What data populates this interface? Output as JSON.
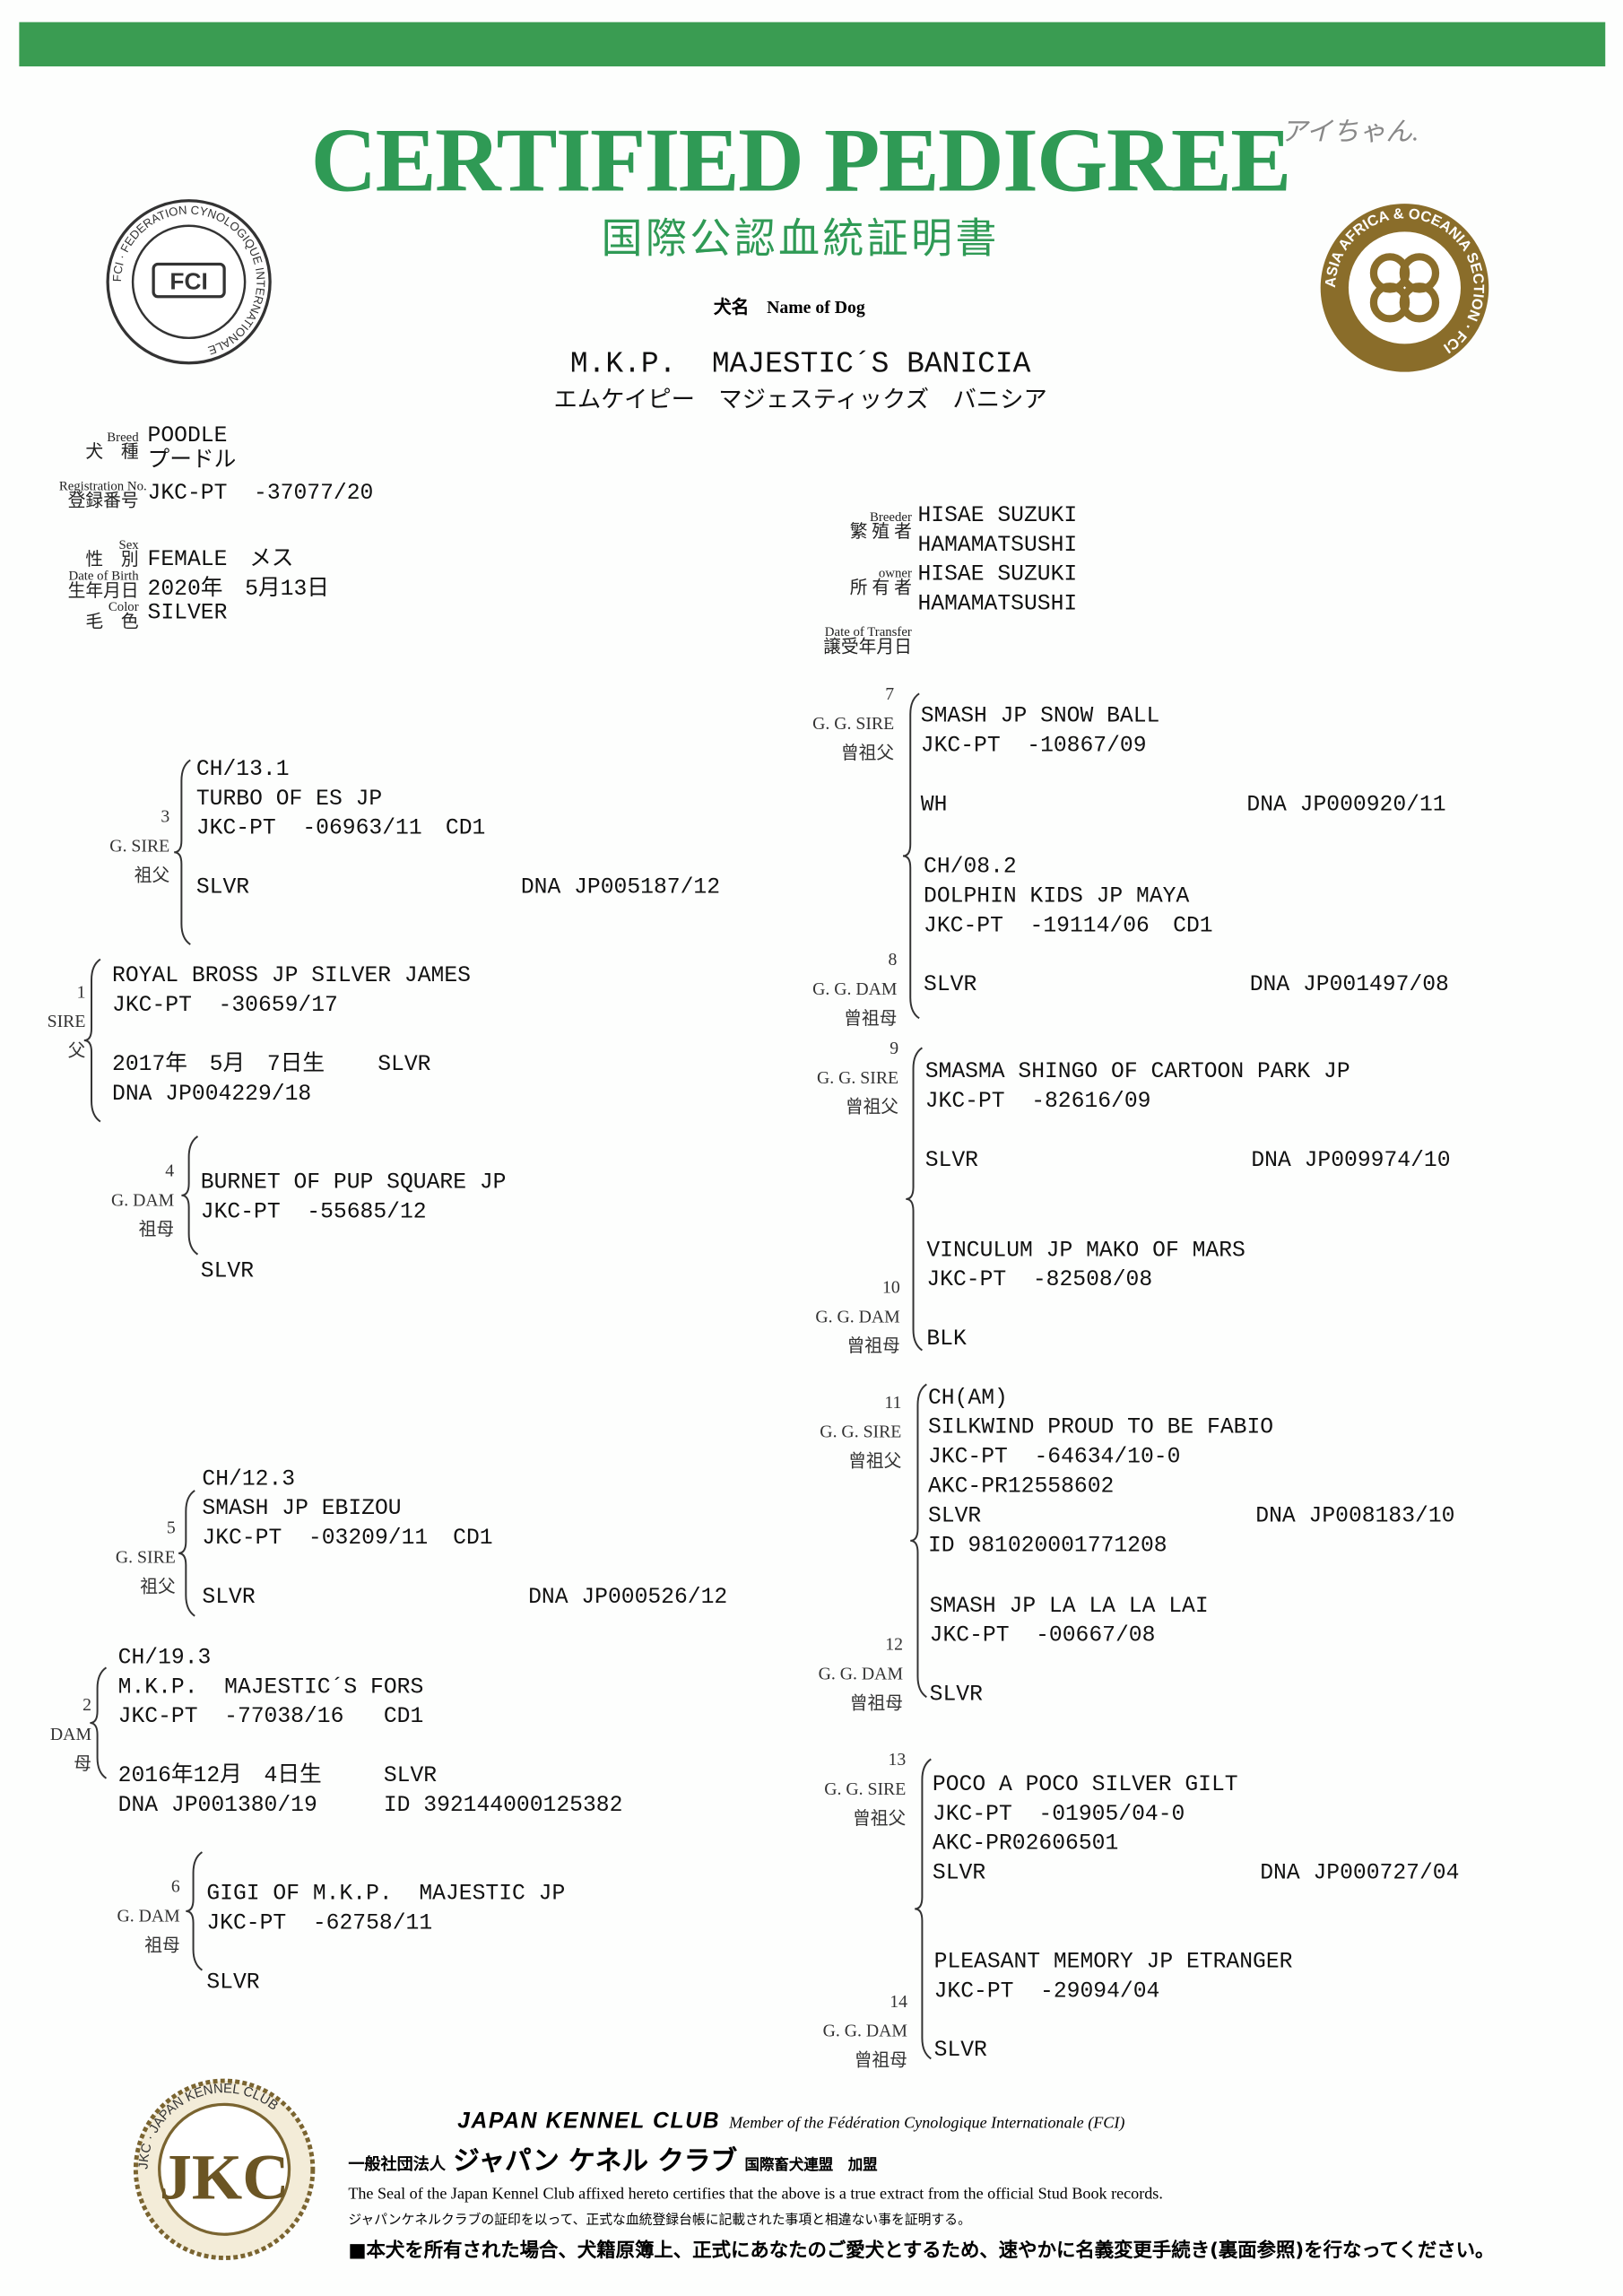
{
  "header": {
    "title": "CERTIFIED PEDIGREE",
    "title_jp": "国際公認血統証明書",
    "name_label": "犬名　Name of Dog",
    "dog_name": "M.K.P.  MAJESTIC´S BANICIA",
    "dog_name_kana": "エムケイピー　マジェスティックズ　バニシア",
    "handwritten_note": "アイちゃん.",
    "fci_logo_text": "FCI · FEDERATION CYNOLOGIQUE INTERNATIONALE",
    "section_logo_text": "ASIA AFRICA & OCEANIA SECTION · FCI",
    "brand_green": "#2f9a55",
    "seal_gold": "#8a6d2a"
  },
  "dog": {
    "breed": {
      "label_en": "Breed",
      "label_jp": "犬　種",
      "value": "POODLE",
      "value_jp": "プードル"
    },
    "registration": {
      "label_en": "Registration No.",
      "label_jp": "登録番号",
      "value": "JKC-PT  -37077/20"
    },
    "sex": {
      "label_en": "Sex",
      "label_jp": "性　別",
      "value": "FEMALE　メス"
    },
    "dob": {
      "label_en": "Date of Birth",
      "label_jp": "生年月日",
      "value": "2020年　5月13日"
    },
    "color": {
      "label_en": "Color",
      "label_jp": "毛　色",
      "value": "SILVER"
    }
  },
  "owners": {
    "breeder": {
      "label_en": "Breeder",
      "label_jp": "繁 殖 者",
      "name": "HISAE SUZUKI",
      "city": "HAMAMATSUSHI"
    },
    "owner": {
      "label_en": "owner",
      "label_jp": "所 有 者",
      "name": "HISAE SUZUKI",
      "city": "HAMAMATSUSHI"
    },
    "transfer": {
      "label_en": "Date of Transfer",
      "label_jp": "譲受年月日"
    }
  },
  "ancestors": [
    {
      "num": "1",
      "role_en": "SIRE",
      "role_jp": "父",
      "lines": [
        {
          "t": "ROYAL BROSS JP SILVER JAMES"
        },
        {
          "t": "JKC-PT  -30659/17"
        },
        {
          "t": ""
        },
        {
          "t": "2017年　5月　7日生",
          "m": "SLVR"
        },
        {
          "t": "DNA JP004229/18"
        }
      ]
    },
    {
      "num": "2",
      "role_en": "DAM",
      "role_jp": "母",
      "lines": [
        {
          "t": "CH/19.3"
        },
        {
          "t": "M.K.P.  MAJESTIC´S FORS"
        },
        {
          "t": "JKC-PT  -77038/16",
          "m": "CD1"
        },
        {
          "t": ""
        },
        {
          "t": "2016年12月　4日生",
          "m": "SLVR"
        },
        {
          "t": "DNA JP001380/19",
          "m": "ID 392144000125382"
        }
      ]
    },
    {
      "num": "3",
      "role_en": "G. SIRE",
      "role_jp": "祖父",
      "lines": [
        {
          "t": "CH/13.1"
        },
        {
          "t": "TURBO OF ES JP"
        },
        {
          "t": "JKC-PT  -06963/11",
          "m": "CD1"
        },
        {
          "t": ""
        },
        {
          "t": "SLVR",
          "r": "DNA JP005187/12"
        }
      ]
    },
    {
      "num": "4",
      "role_en": "G. DAM",
      "role_jp": "祖母",
      "lines": [
        {
          "t": "BURNET OF PUP SQUARE JP"
        },
        {
          "t": "JKC-PT  -55685/12"
        },
        {
          "t": ""
        },
        {
          "t": "SLVR"
        }
      ]
    },
    {
      "num": "5",
      "role_en": "G. SIRE",
      "role_jp": "祖父",
      "lines": [
        {
          "t": "CH/12.3"
        },
        {
          "t": "SMASH JP EBIZOU"
        },
        {
          "t": "JKC-PT  -03209/11",
          "m": "CD1"
        },
        {
          "t": ""
        },
        {
          "t": "SLVR",
          "r": "DNA JP000526/12"
        }
      ]
    },
    {
      "num": "6",
      "role_en": "G. DAM",
      "role_jp": "祖母",
      "lines": [
        {
          "t": "GIGI OF M.K.P.  MAJESTIC JP"
        },
        {
          "t": "JKC-PT  -62758/11"
        },
        {
          "t": ""
        },
        {
          "t": "SLVR"
        }
      ]
    },
    {
      "num": "7",
      "role_en": "G. G. SIRE",
      "role_jp": "曾祖父",
      "lines": [
        {
          "t": "SMASH JP SNOW BALL"
        },
        {
          "t": "JKC-PT  -10867/09"
        },
        {
          "t": ""
        },
        {
          "t": "WH",
          "r": "DNA JP000920/11"
        }
      ]
    },
    {
      "num": "8",
      "role_en": "G. G. DAM",
      "role_jp": "曾祖母",
      "lines": [
        {
          "t": "CH/08.2"
        },
        {
          "t": "DOLPHIN KIDS JP MAYA"
        },
        {
          "t": "JKC-PT  -19114/06",
          "m": "CD1"
        },
        {
          "t": ""
        },
        {
          "t": "SLVR",
          "r": "DNA JP001497/08"
        }
      ]
    },
    {
      "num": "9",
      "role_en": "G. G. SIRE",
      "role_jp": "曾祖父",
      "lines": [
        {
          "t": "SMASMA SHINGO OF CARTOON PARK JP"
        },
        {
          "t": "JKC-PT  -82616/09"
        },
        {
          "t": ""
        },
        {
          "t": "SLVR",
          "r": "DNA JP009974/10"
        }
      ]
    },
    {
      "num": "10",
      "role_en": "G. G. DAM",
      "role_jp": "曾祖母",
      "lines": [
        {
          "t": "VINCULUM JP MAKO OF MARS"
        },
        {
          "t": "JKC-PT  -82508/08"
        },
        {
          "t": ""
        },
        {
          "t": "BLK"
        }
      ]
    },
    {
      "num": "11",
      "role_en": "G. G. SIRE",
      "role_jp": "曾祖父",
      "lines": [
        {
          "t": "CH(AM)"
        },
        {
          "t": "SILKWIND PROUD TO BE FABIO"
        },
        {
          "t": "JKC-PT  -64634/10-0"
        },
        {
          "t": "AKC-PR12558602"
        },
        {
          "t": "SLVR",
          "r": "DNA JP008183/10"
        },
        {
          "t": "ID 981020001771208"
        }
      ]
    },
    {
      "num": "12",
      "role_en": "G. G. DAM",
      "role_jp": "曾祖母",
      "lines": [
        {
          "t": "SMASH JP LA LA LA LAI"
        },
        {
          "t": "JKC-PT  -00667/08"
        },
        {
          "t": ""
        },
        {
          "t": "SLVR"
        }
      ]
    },
    {
      "num": "13",
      "role_en": "G. G. SIRE",
      "role_jp": "曾祖父",
      "lines": [
        {
          "t": "POCO A POCO SILVER GILT"
        },
        {
          "t": "JKC-PT  -01905/04-0"
        },
        {
          "t": "AKC-PR02606501"
        },
        {
          "t": "SLVR",
          "r": "DNA JP000727/04"
        }
      ]
    },
    {
      "num": "14",
      "role_en": "G. G. DAM",
      "role_jp": "曾祖母",
      "lines": [
        {
          "t": "PLEASANT MEMORY JP ETRANGER"
        },
        {
          "t": "JKC-PT  -29094/04"
        },
        {
          "t": ""
        },
        {
          "t": "SLVR"
        }
      ]
    }
  ],
  "footer": {
    "club_en": "JAPAN KENNEL CLUB",
    "member": "Member of the Fédération Cynologique Internationale (FCI)",
    "org_prefix": "一般社団法人",
    "club_jp": "ジャパン ケネル クラブ",
    "fci_jp": "国際畜犬連盟　加盟",
    "cert_en": "The Seal of the Japan Kennel Club affixed hereto certifies that the above is a true extract from the official Stud Book records.",
    "cert_jp": "ジャパンケネルクラブの証印を以って、正式な血統登録台帳に記載された事項と相違ない事を証明する。",
    "notice": "■本犬を所有された場合、犬籍原簿上、正式にあなたのご愛犬とするため、速やかに名義変更手続き(裏面参照)を行なってください。",
    "seal_text": "JKC · JAPAN KENNEL CLUB"
  }
}
